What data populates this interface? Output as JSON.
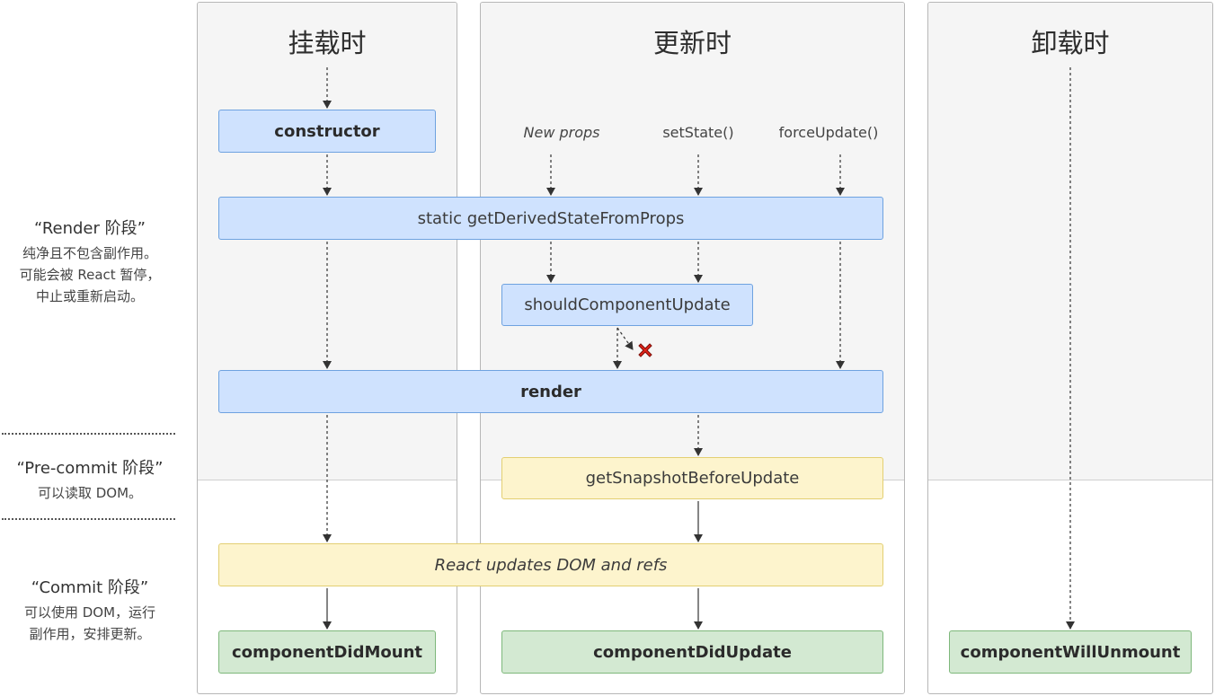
{
  "columns": {
    "mounting": {
      "title": "挂载时"
    },
    "updating": {
      "title": "更新时"
    },
    "unmounting": {
      "title": "卸载时"
    }
  },
  "phases": {
    "render": {
      "title": "“Render 阶段”",
      "desc": [
        "纯净且不包含副作用。",
        "可能会被 React 暂停，",
        "中止或重新启动。"
      ]
    },
    "precommit": {
      "title": "“Pre-commit 阶段”",
      "desc": [
        "可以读取 DOM。"
      ]
    },
    "commit": {
      "title": "“Commit 阶段”",
      "desc": [
        "可以使用 DOM，运行",
        "副作用，安排更新。"
      ]
    }
  },
  "triggers": {
    "new_props": "New props",
    "set_state": "setState()",
    "force_update": "forceUpdate()"
  },
  "methods": {
    "constructor": "constructor",
    "get_derived_state": "static getDerivedStateFromProps",
    "should_update": "shouldComponentUpdate",
    "render": "render",
    "snapshot": "getSnapshotBeforeUpdate",
    "react_updates": "React updates DOM and refs",
    "did_mount": "componentDidMount",
    "did_update": "componentDidUpdate",
    "will_unmount": "componentWillUnmount"
  },
  "colors": {
    "render_phase_box": "#cfe2fe",
    "precommit_box": "#fdf4cd",
    "commit_box": "#d3e9d2",
    "cancel_mark": "#e2231a"
  },
  "icons": {
    "cancel": "x-mark-icon"
  }
}
